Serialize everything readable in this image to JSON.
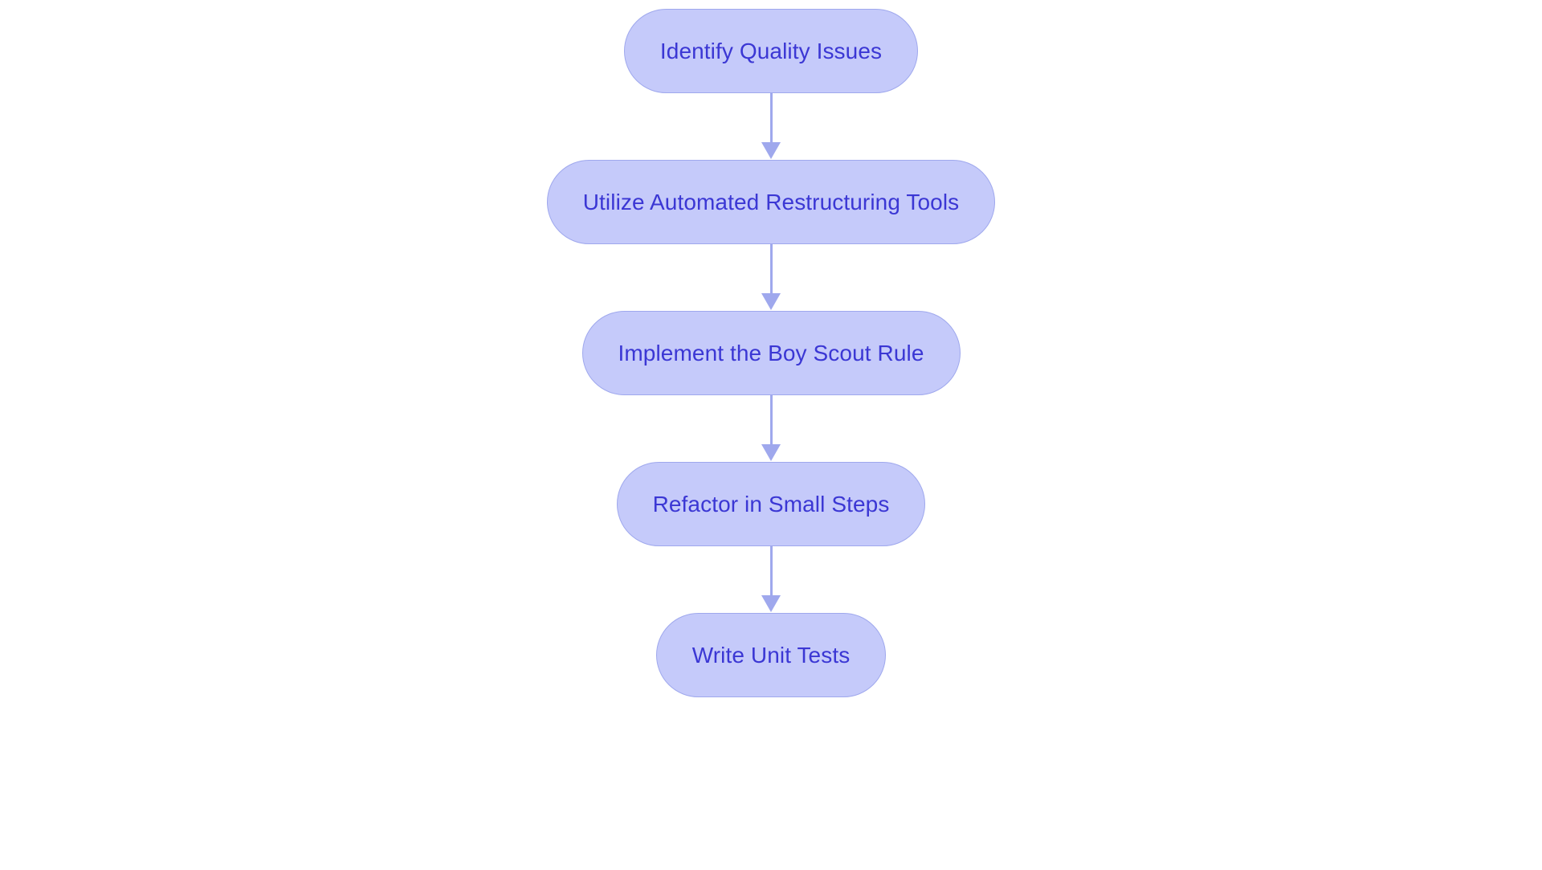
{
  "diagram": {
    "type": "flowchart",
    "orientation": "top-to-bottom",
    "background_color": "#ffffff",
    "node_fill_color": "#c5cafa",
    "node_border_color": "#9fa8ed",
    "node_text_color": "#3b37d4",
    "connector_color": "#9fa8ed",
    "nodes": [
      {
        "id": "n1",
        "label": "Identify Quality Issues",
        "shape": "stadium"
      },
      {
        "id": "n2",
        "label": "Utilize Automated Restructuring Tools",
        "shape": "stadium"
      },
      {
        "id": "n3",
        "label": "Implement the Boy Scout Rule",
        "shape": "stadium"
      },
      {
        "id": "n4",
        "label": "Refactor in Small Steps",
        "shape": "stadium"
      },
      {
        "id": "n5",
        "label": "Write Unit Tests",
        "shape": "stadium"
      }
    ],
    "edges": [
      {
        "from": "n1",
        "to": "n2",
        "label": "",
        "arrow": "down-arrow"
      },
      {
        "from": "n2",
        "to": "n3",
        "label": "",
        "arrow": "down-arrow"
      },
      {
        "from": "n3",
        "to": "n4",
        "label": "",
        "arrow": "down-arrow"
      },
      {
        "from": "n4",
        "to": "n5",
        "label": "",
        "arrow": "down-arrow"
      }
    ]
  }
}
